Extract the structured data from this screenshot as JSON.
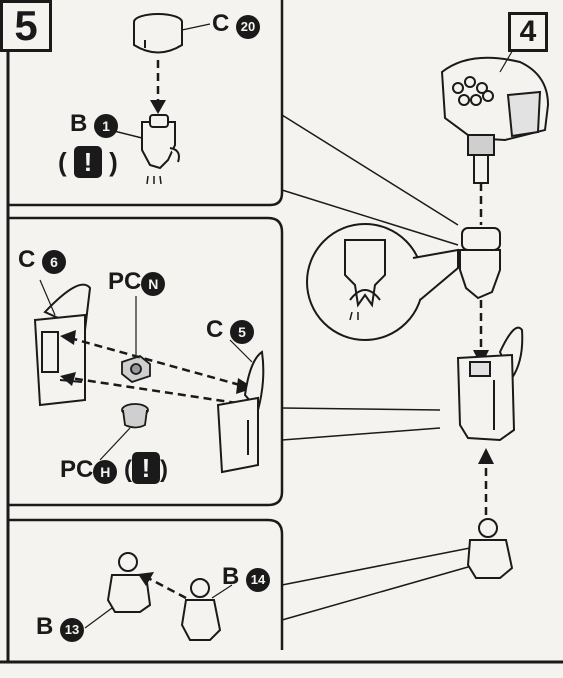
{
  "steps": {
    "current": "5",
    "previous": "4"
  },
  "parts": {
    "c20": {
      "prefix": "C",
      "number": "20"
    },
    "b1": {
      "prefix": "B",
      "number": "1",
      "note_open": "(",
      "note_mark": "!",
      "note_close": ")"
    },
    "c6": {
      "prefix": "C",
      "number": "6"
    },
    "pcn": {
      "prefix": "PC",
      "letter": "N"
    },
    "c5": {
      "prefix": "C",
      "number": "5"
    },
    "pch": {
      "prefix": "PC",
      "letter": "H",
      "note_open": "(",
      "note_mark": "!",
      "note_close": ")"
    },
    "b14": {
      "prefix": "B",
      "number": "14"
    },
    "b13": {
      "prefix": "B",
      "number": "13"
    }
  }
}
